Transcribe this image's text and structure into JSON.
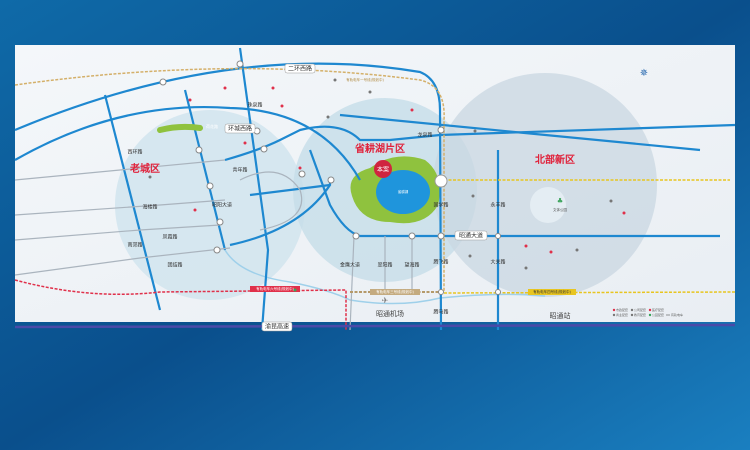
{
  "districts": {
    "old_town": "老城区",
    "lake_area": "省耕湖片区",
    "north": "北部新区"
  },
  "project": {
    "label": "本案",
    "color": "#d0253f"
  },
  "lake": "省耕湖",
  "park": "文体公园",
  "roads": {
    "erhuan": "二环西路",
    "zhuquan": "珠泉路",
    "huancheng": "环城西路",
    "hehua": "荷花路",
    "haibu": "海楼路",
    "fengxia": "凤霞路",
    "tuanjie": "团结路",
    "zhaoyang": "昭阳大道",
    "qingnian": "青年路",
    "longquan": "龙泉路",
    "guoxue": "国学路",
    "yongfeng": "永丰路",
    "zhaotong": "昭通大道",
    "daguan": "大关路",
    "tengfei": "腾飞路",
    "tengma": "腾马路",
    "jinying": "金鹰大道",
    "cuiyang": "翠阳路",
    "wanghai": "望海路",
    "yukun": "渝昆高速",
    "west_ring": "西环路",
    "nanjiao": "南郊路"
  },
  "tram_lines": {
    "line1": "有轨电车一号线(规划中)",
    "line6": "有轨电车六号线(规划中)",
    "line3": "有轨电车三号线(规划中)",
    "line4": "有轨电车四号线(规划中)"
  },
  "transport": {
    "airport": "昭通机场",
    "station": "昭通站"
  },
  "legend": [
    "市政配套",
    "公司配套",
    "医疗配套",
    "商业配套",
    "教育配套",
    "公园配套",
    "有轨电车"
  ],
  "colors": {
    "road": "#1e88d0",
    "tram6": "#e0304a",
    "tram3": "#b59a6a",
    "tram4": "#e8c520",
    "highway": "#4a4aa8",
    "label_red": "#e0213a"
  }
}
